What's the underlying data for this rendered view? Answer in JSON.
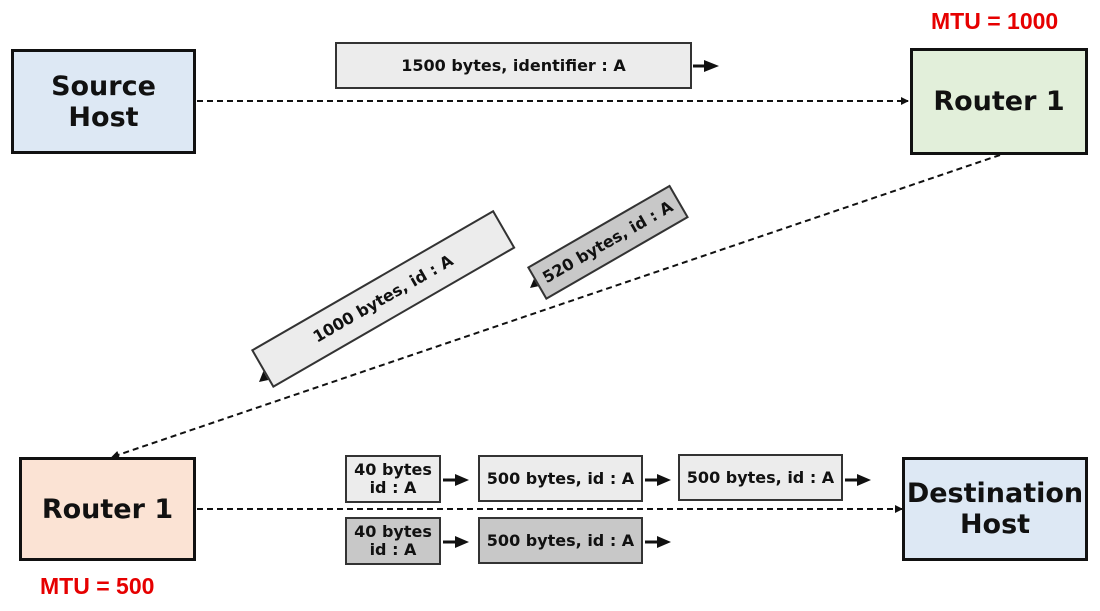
{
  "colors": {
    "source_fill": "#dde8f4",
    "router1_top_fill": "#e2efda",
    "router1_bottom_fill": "#fbe3d4",
    "dest_fill": "#dde8f4",
    "packet_light": "#ececec",
    "packet_dark": "#c8c8c8",
    "mtu_text": "#e60000"
  },
  "nodes": {
    "source": "Source\nHost",
    "router_top": "Router 1",
    "router_bottom": "Router 1",
    "destination": "Destination\nHost"
  },
  "mtu": {
    "top": "MTU = 1000",
    "bottom": "MTU = 500"
  },
  "packets": {
    "original": "1500 bytes, identifier : A",
    "frag_1000": "1000 bytes, id : A",
    "frag_520": "520 bytes, id : A",
    "row1_small": "40 bytes\nid : A",
    "row1_mid": "500 bytes, id : A",
    "row1_right": "500 bytes, id : A",
    "row2_small": "40 bytes\nid : A",
    "row2_mid": "500 bytes, id : A"
  }
}
